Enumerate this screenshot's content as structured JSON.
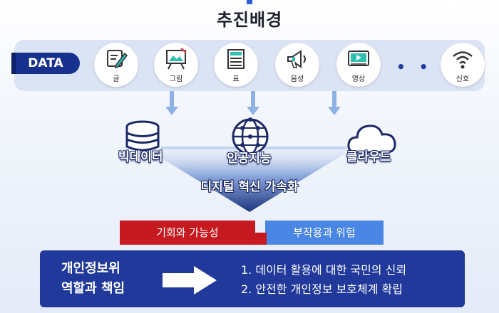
{
  "title": "추진배경",
  "data_tag": "DATA",
  "data_types": [
    {
      "label": "글",
      "icon": "writing-icon"
    },
    {
      "label": "그림",
      "icon": "drawing-icon"
    },
    {
      "label": "표",
      "icon": "table-icon"
    },
    {
      "label": "음성",
      "icon": "megaphone-icon"
    },
    {
      "label": "영상",
      "icon": "video-icon"
    },
    {
      "label": "신호",
      "icon": "wifi-icon"
    }
  ],
  "ellipsis": "• • •",
  "technologies": [
    {
      "label": "빅데이터",
      "icon": "database-icon"
    },
    {
      "label": "인공지능",
      "icon": "globe-network-icon"
    },
    {
      "label": "클라우드",
      "icon": "cloud-icon"
    }
  ],
  "transformation": "디지털 혁신 가속화",
  "opportunity": "기회와 가능성",
  "risk": "부작용과 위험",
  "role": {
    "line1": "개인정보위",
    "line2": "역할과 책임"
  },
  "commitments": [
    "1. 데이터 활용에 대한 국민의 신뢰",
    "2. 안전한 개인정보 보호체계 확립"
  ],
  "colors": {
    "navy": "#18318f",
    "box_blue": "#20399a",
    "red": "#c61a21",
    "light_blue": "#4a86e3",
    "band": "#dbe4f5"
  }
}
